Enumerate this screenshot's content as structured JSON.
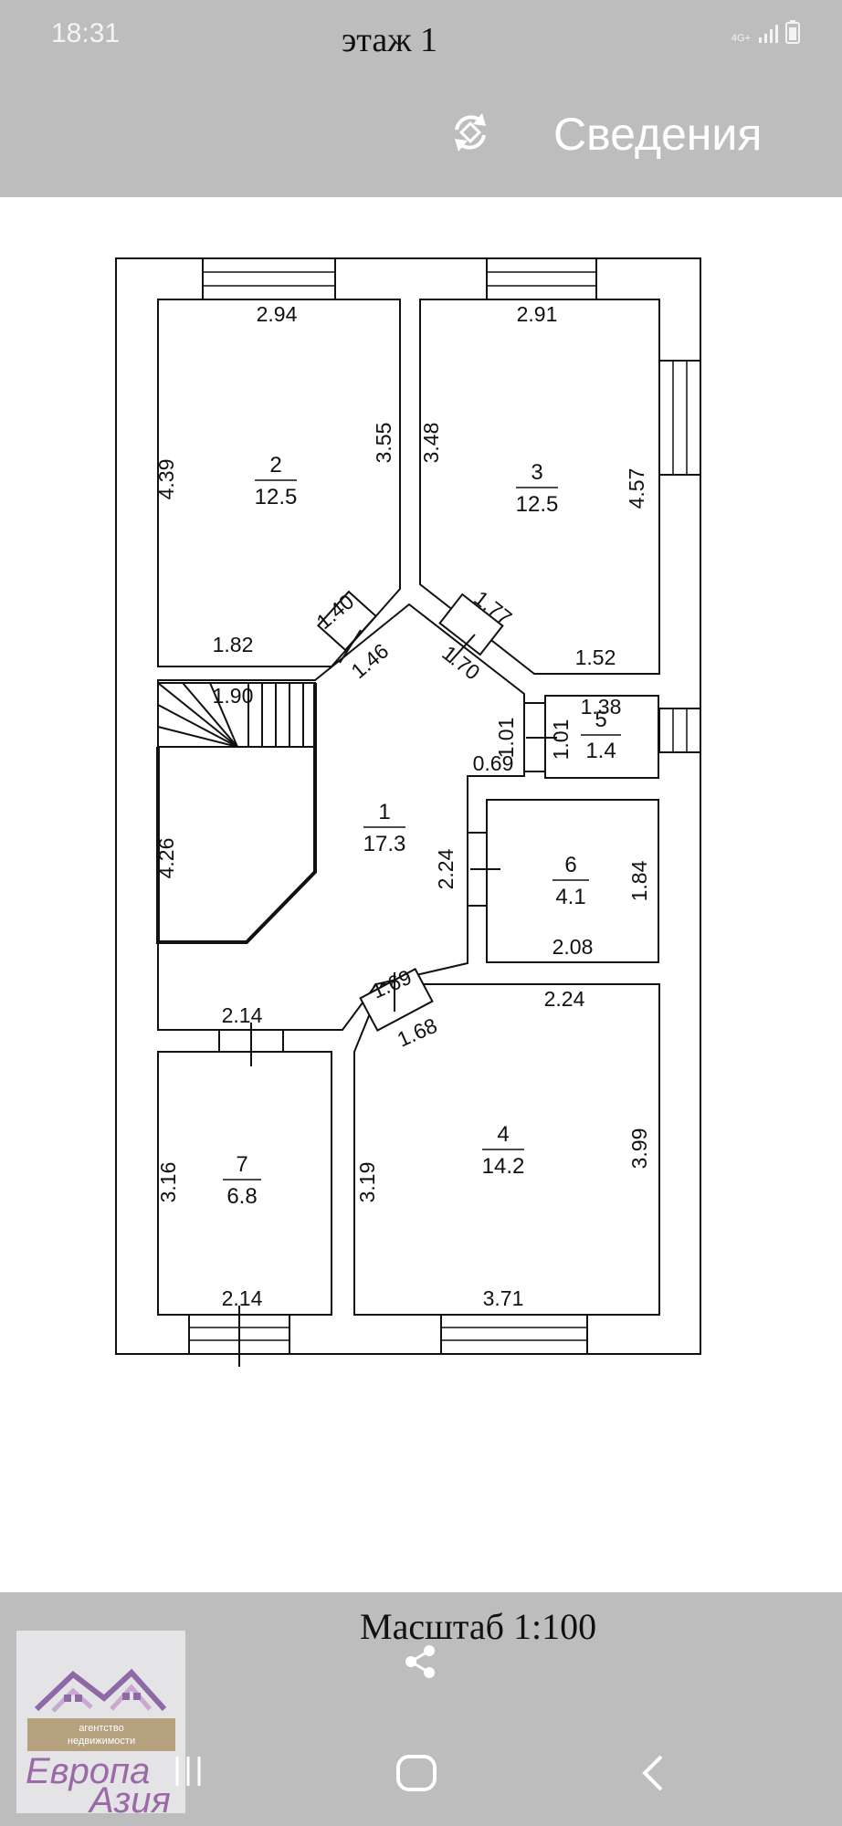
{
  "status_bar": {
    "time": "18:31",
    "network": "4G+"
  },
  "header": {
    "title": "этаж 1",
    "details_button": "Сведения"
  },
  "plan": {
    "rooms": [
      {
        "number": "1",
        "area": "17.3"
      },
      {
        "number": "2",
        "area": "12.5"
      },
      {
        "number": "3",
        "area": "12.5"
      },
      {
        "number": "4",
        "area": "14.2"
      },
      {
        "number": "5",
        "area": "1.4"
      },
      {
        "number": "6",
        "area": "4.1"
      },
      {
        "number": "7",
        "area": "6.8"
      }
    ],
    "dimensions": [
      "2.94",
      "4.39",
      "3.55",
      "1.82",
      "2.91",
      "3.48",
      "4.57",
      "1.52",
      "1.40",
      "1.46",
      "1.77",
      "1.70",
      "1.90",
      "1.38",
      "1.01",
      "1.01",
      "0.69",
      "4.26",
      "2.24",
      "1.84",
      "2.08",
      "1.69",
      "1.68",
      "2.24",
      "2.14",
      "3.16",
      "2.14",
      "3.19",
      "3.99",
      "3.71"
    ]
  },
  "footer": {
    "scale": "Масштаб 1:100"
  },
  "logo": {
    "line1": "агентство",
    "line2": "недвижимости",
    "name1": "Европа",
    "name2": "Азия"
  }
}
